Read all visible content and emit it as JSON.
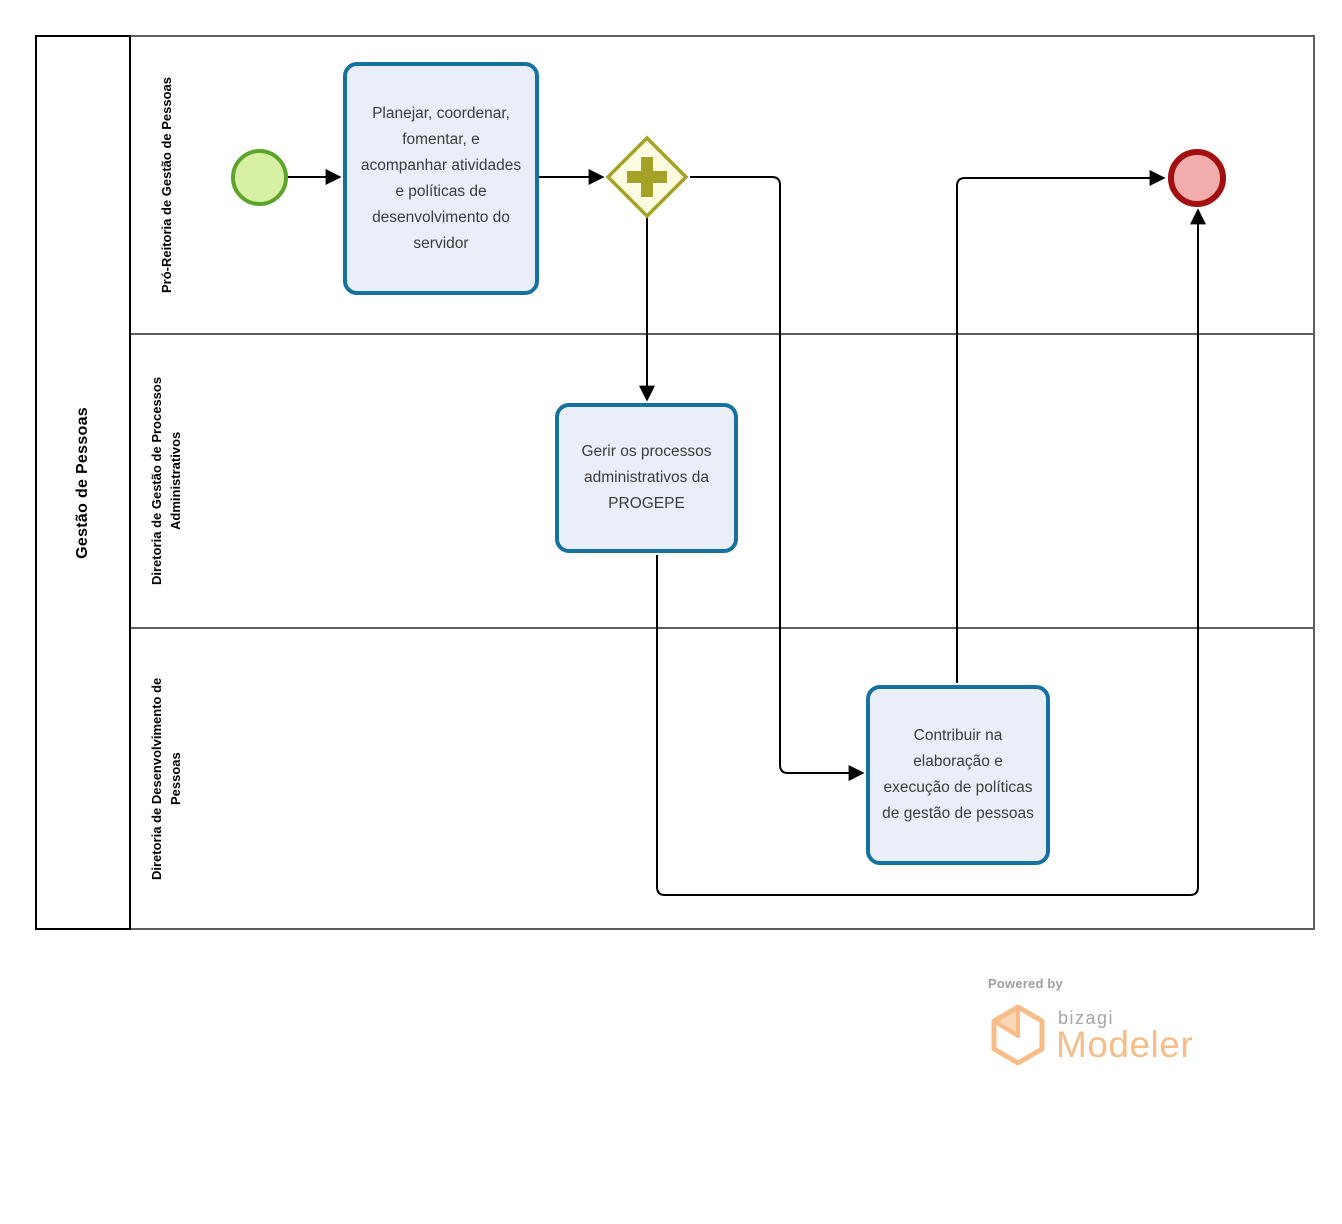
{
  "pool": {
    "label": "Gestão de Pessoas",
    "lanes": [
      {
        "label": "Pró-Reitoria de Gestão de Pessoas"
      },
      {
        "label": "Diretoria de Gestão de Processos Administrativos"
      },
      {
        "label": "Diretoria de Desenvolvimento de Pessoas"
      }
    ]
  },
  "nodes": {
    "start_event": "start",
    "task1": "Planejar, coordenar, fomentar, e acompanhar atividades e políticas de desenvolvimento do servidor",
    "gateway": "parallel-gateway",
    "task2": "Gerir os processos administrativos da PROGEPE",
    "task3": "Contribuir na elaboração e execução de políticas de gestão de pessoas",
    "end_event": "end"
  },
  "colors": {
    "task_border": "#15719f",
    "task_fill": "#e9eef9",
    "gateway_border": "#a4a226",
    "gateway_fill": "#fcfce0",
    "start_border": "#5ca42c",
    "start_fill": "#d8f0a4",
    "end_border": "#a30f10",
    "end_fill": "#f0adac",
    "connector": "#000000",
    "brand_orange": "#f7bd88",
    "brand_gray": "#9e9e9e"
  },
  "footer": {
    "powered_by": "Powered by",
    "brand": "bizagi",
    "product": "Modeler"
  }
}
